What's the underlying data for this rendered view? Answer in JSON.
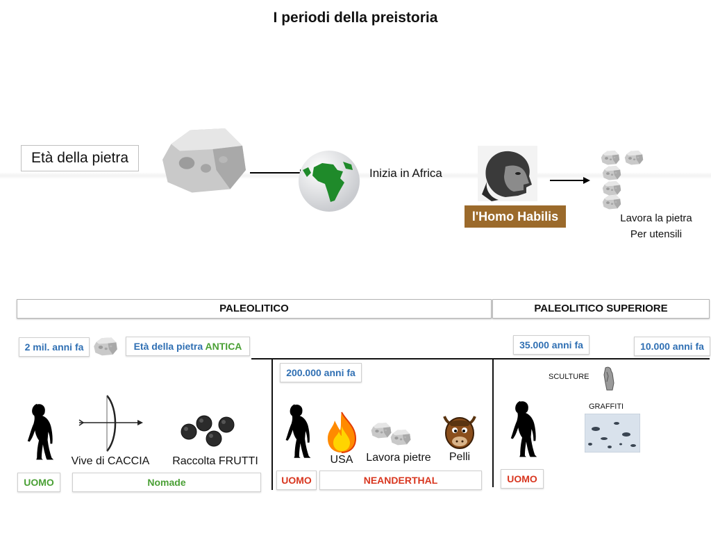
{
  "title": "I periodi della preistoria",
  "top": {
    "eta_label": "Età della pietra",
    "africa_label": "Inizia in Africa",
    "habilis_label": "l'Homo Habilis",
    "lavora_line1": "Lavora la pietra",
    "lavora_line2": "Per utensili"
  },
  "banners": {
    "paleolitico": "PALEOLITICO",
    "paleolitico_superiore": "PALEOLITICO SUPERIORE"
  },
  "dates": {
    "d2mil": "2 mil. anni fa",
    "d200k": "200.000 anni fa",
    "d35k": "35.000 anni fa",
    "d10k": "10.000 anni fa"
  },
  "eta_antica": {
    "prefix": "Età della pietra",
    "highlight": "ANTICA"
  },
  "col1": {
    "caccia": "Vive di CACCIA",
    "frutti": "Raccolta FRUTTI",
    "uomo": "UOMO",
    "nomade": "Nomade"
  },
  "col2": {
    "usa": "USA",
    "lavora": "Lavora pietre",
    "pelli": "Pelli",
    "uomo": "UOMO",
    "neanderthal": "NEANDERTHAL"
  },
  "col3": {
    "sculture": "SCULTURE",
    "graffiti": "GRAFFITI",
    "uomo": "UOMO"
  },
  "colors": {
    "blue": "#2f6fb3",
    "green": "#4aa035",
    "red": "#d8361f",
    "habilis_bg": "#9b6a2b"
  },
  "icons": [
    "rock-icon",
    "globe-africa-icon",
    "homo-habilis-face-icon",
    "stone-tools-icon",
    "arrow-icon",
    "ape-man-silhouette-icon",
    "bow-arrow-icon",
    "berries-icon",
    "fire-icon",
    "yak-icon",
    "sculpture-icon",
    "cave-graffiti-icon"
  ]
}
